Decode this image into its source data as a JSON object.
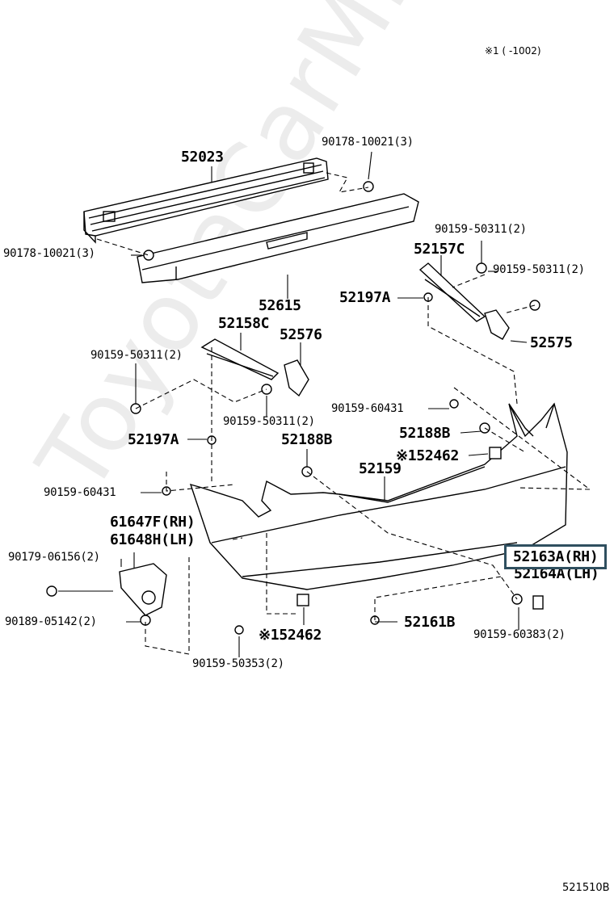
{
  "header_note": "※1 (        -1002)",
  "watermark": "ToyotaCarMine.ru",
  "diagram_code": "521510B",
  "highlighted_part": "52163A(RH)",
  "callouts": {
    "p52023": "52023",
    "p90178_top": "90178-10021(3)",
    "p90178_left": "90178-10021(3)",
    "p90159_50311_a": "90159-50311(2)",
    "p52157C": "52157C",
    "p90159_50311_b": "90159-50311(2)",
    "p52615": "52615",
    "p52197A_a": "52197A",
    "p52158C": "52158C",
    "p52576": "52576",
    "p52575": "52575",
    "p90159_50311_c": "90159-50311(2)",
    "p90159_60431_a": "90159-60431",
    "p90159_50311_d": "90159-50311(2)",
    "p52188B_a": "52188B",
    "p52197A_b": "52197A",
    "p52188B_b": "52188B",
    "p52462_a": "※152462",
    "p52159": "52159",
    "p90159_60431_b": "90159-60431",
    "p61647F": "61647F(RH)",
    "p61648H": "61648H(LH)",
    "p52163A": "52163A(RH)",
    "p52164A": "52164A(LH)",
    "p90179": "90179-06156(2)",
    "p90189": "90189-05142(2)",
    "p52161B": "52161B",
    "p52462_b": "※152462",
    "p90159_60383": "90159-60383(2)",
    "p90159_50353": "90159-50353(2)"
  }
}
